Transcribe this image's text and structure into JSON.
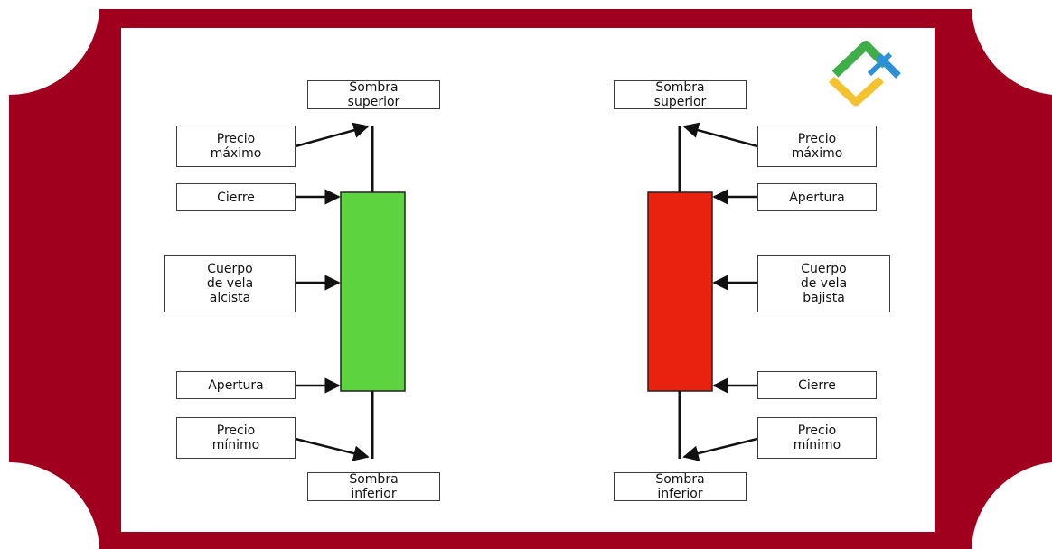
{
  "theme": {
    "frame_color": "#a0001e",
    "bull_color": "#5dd43f",
    "bear_color": "#e8220f",
    "line_color": "#111111"
  },
  "logo": {
    "icon": "brand-logo-icon",
    "colors": [
      "#3fae48",
      "#f2c230",
      "#2d8fd5"
    ]
  },
  "bullish": {
    "upper_shadow": "Sombra\nsuperior",
    "max_price": "Precio\nmáximo",
    "close": "Cierre",
    "body": "Cuerpo\nde vela\nalcista",
    "open": "Apertura",
    "min_price": "Precio\nmínimo",
    "lower_shadow": "Sombra\ninferior"
  },
  "bearish": {
    "upper_shadow": "Sombra\nsuperior",
    "max_price": "Precio\nmáximo",
    "open": "Apertura",
    "body": "Cuerpo\nde vela\nbajista",
    "close": "Cierre",
    "min_price": "Precio\nmínimo",
    "lower_shadow": "Sombra\ninferior"
  }
}
